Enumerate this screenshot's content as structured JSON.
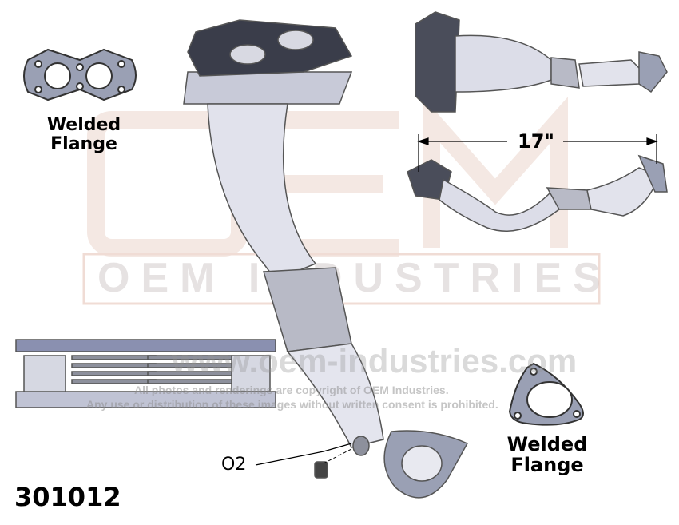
{
  "labels": {
    "flange_top": "Welded\nFlange",
    "flange_top_line1": "Welded",
    "flange_top_line2": "Flange",
    "flange_bottom_line1": "Welded",
    "flange_bottom_line2": "Flange",
    "dimension": "17\"",
    "o2": "O2",
    "part_number": "301012"
  },
  "watermark": {
    "logo_text": "OEM INDUSTRIES",
    "url": "www.oem-industries.com",
    "copyright_line1": "All photos and renderings are copyright of OEM Industries.",
    "copyright_line2": "Any use or distribution of these images without written consent is prohibited."
  }
}
